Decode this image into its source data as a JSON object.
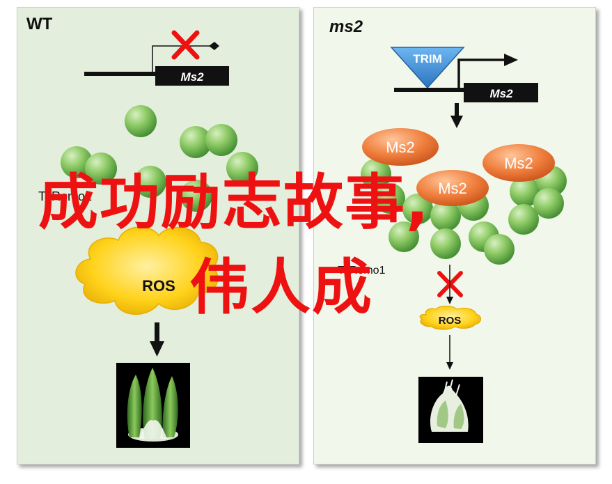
{
  "panels": {
    "wt": {
      "title": "WT",
      "gene_label": "Ms2",
      "protein_label": "TaRomo1",
      "ros_label": "ROS"
    },
    "ms2": {
      "title": "ms2",
      "trim_label": "TRIM",
      "gene_label": "Ms2",
      "protein_bubbles": [
        "Ms2",
        "Ms2",
        "Ms2"
      ],
      "protein_label": "TaRomo1",
      "ros_label": "ROS"
    }
  },
  "overlay": {
    "line1": "成功励志故事,",
    "line2": "伟人成"
  },
  "colors": {
    "green_ball": "#7dc15a",
    "orange_bubble": "#ef7b3a",
    "ros_yellow": "#ffd21a",
    "red_x": "#ee1111",
    "trim_blue": "#3a8fd8",
    "panel_wt": "#e3eedc",
    "panel_ms2": "#f1f7ea"
  },
  "icons": [
    "inhibit-cross-icon",
    "arrow-down-icon",
    "promoter-arrow-icon"
  ]
}
